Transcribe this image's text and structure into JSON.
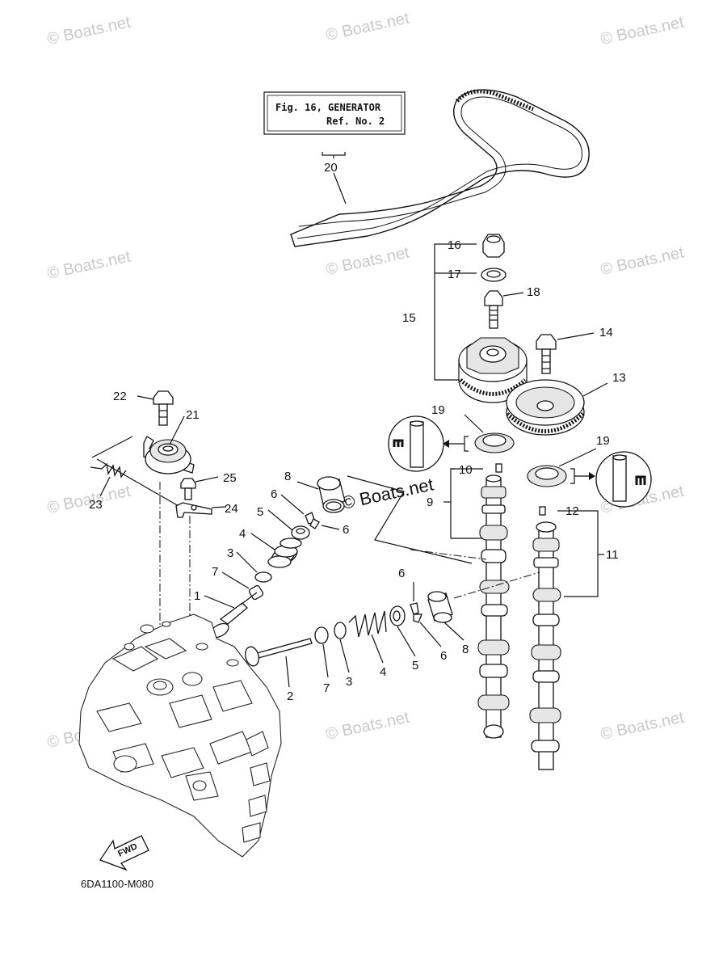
{
  "watermark": {
    "text": "© Boats.net",
    "center_text": "© Boats.net"
  },
  "reference_box": {
    "line1": "Fig. 16, GENERATOR",
    "line2": "Ref. No. 2"
  },
  "fwd_arrow": {
    "label": "FWD"
  },
  "diagram_code": "6DA1100-M080",
  "callouts": {
    "c1": "1",
    "c2": "2",
    "c3a": "3",
    "c3b": "3",
    "c4a": "4",
    "c4b": "4",
    "c5a": "5",
    "c5b": "5",
    "c6a": "6",
    "c6b": "6",
    "c6c": "6",
    "c6d": "6",
    "c7a": "7",
    "c7b": "7",
    "c8a": "8",
    "c8b": "8",
    "c9": "9",
    "c10": "10",
    "c11": "11",
    "c12": "12",
    "c13": "13",
    "c14": "14",
    "c15": "15",
    "c16": "16",
    "c17": "17",
    "c18": "18",
    "c19a": "19",
    "c19b": "19",
    "c20": "20",
    "c21": "21",
    "c22": "22",
    "c23": "23",
    "c24": "24",
    "c25": "25"
  }
}
